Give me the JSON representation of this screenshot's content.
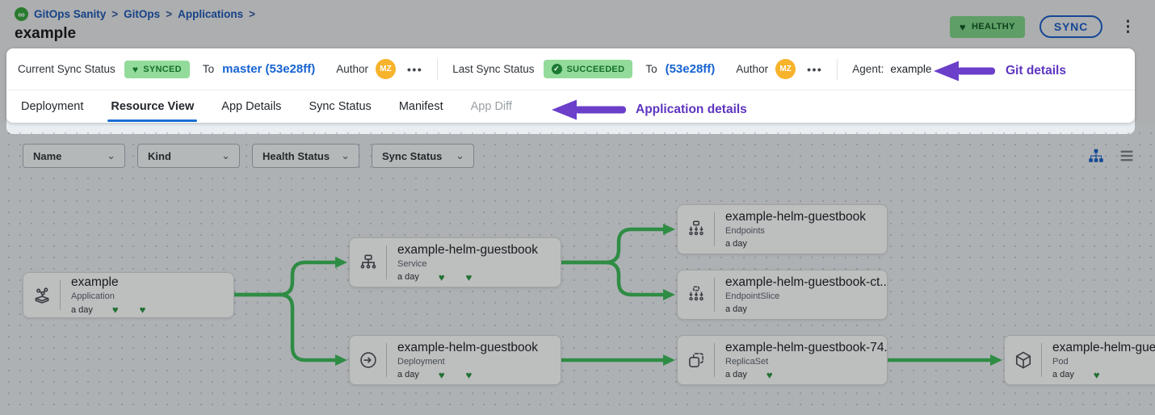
{
  "glyphs": {
    "heart": "♥",
    "chevron": "⌄",
    "kebab": "⋮",
    "more": "•••",
    "check": "✓",
    "infinity": "∞",
    "breadcrumb_sep": ">"
  },
  "breadcrumb": {
    "items": [
      "GitOps Sanity",
      "GitOps",
      "Applications"
    ]
  },
  "page": {
    "title": "example"
  },
  "header": {
    "health_badge": "HEALTHY",
    "sync_button": "SYNC"
  },
  "sync_bar": {
    "current_label": "Current Sync Status",
    "current_badge": "SYNCED",
    "current_to": "To",
    "current_revision": "master (53e28ff)",
    "author_label": "Author",
    "avatar_initials": "MZ",
    "last_label": "Last Sync Status",
    "last_badge": "SUCCEEDED",
    "last_to": "To",
    "last_revision": "(53e28ff)",
    "agent_label": "Agent:",
    "agent_value": "example"
  },
  "annotations": {
    "git_details": "Git details",
    "application_details": "Application details"
  },
  "tabs": {
    "deployment": "Deployment",
    "resource_view": "Resource View",
    "app_details": "App Details",
    "sync_status": "Sync Status",
    "manifest": "Manifest",
    "app_diff": "App Diff"
  },
  "filters": {
    "name": "Name",
    "kind": "Kind",
    "health_status": "Health Status",
    "sync_status": "Sync Status"
  },
  "tree": {
    "nodes": {
      "application": {
        "title": "example",
        "kind": "Application",
        "age": "a day"
      },
      "service": {
        "title": "example-helm-guestbook",
        "kind": "Service",
        "age": "a day"
      },
      "deployment": {
        "title": "example-helm-guestbook",
        "kind": "Deployment",
        "age": "a day"
      },
      "endpoints": {
        "title": "example-helm-guestbook",
        "kind": "Endpoints",
        "age": "a day"
      },
      "endpointslice": {
        "title": "example-helm-guestbook-ct...",
        "kind": "EndpointSlice",
        "age": "a day"
      },
      "replicaset": {
        "title": "example-helm-guestbook-74...",
        "kind": "ReplicaSet",
        "age": "a day"
      },
      "pod": {
        "title": "example-helm-guestbook",
        "kind": "Pod",
        "age": "a day"
      }
    }
  },
  "colors": {
    "accent_blue": "#1a5dc8",
    "badge_green_bg": "#93db9b",
    "badge_green_text": "#14702a",
    "healthy_green_bg": "#7ed388",
    "connector_green": "#3dbb58",
    "annotation_purple": "#6b3fc9",
    "avatar_orange": "#f7b32b",
    "revision_blue": "#1763d0"
  }
}
